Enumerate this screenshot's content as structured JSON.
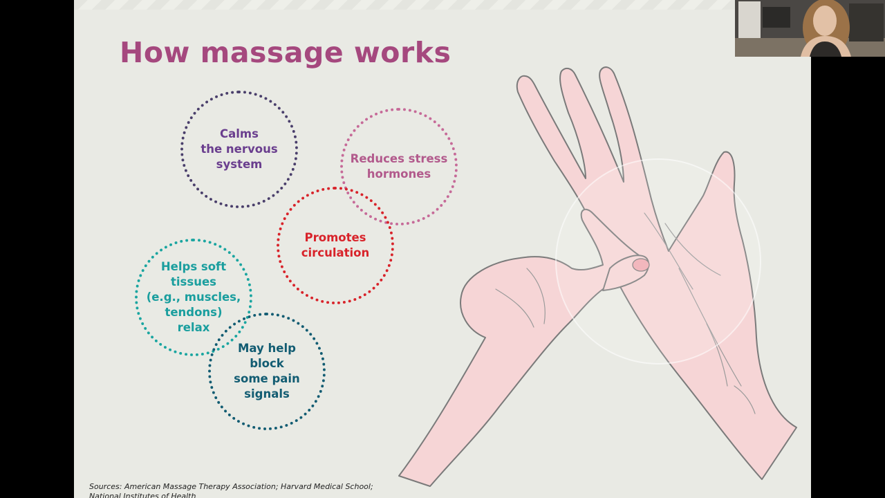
{
  "slide": {
    "title": "How massage works",
    "title_color": "#a5487e",
    "bubbles": [
      {
        "lines": [
          "Calms",
          "the nervous",
          "system"
        ],
        "color": "#6a3e8e"
      },
      {
        "lines": [
          "Reduces stress",
          "hormones"
        ],
        "color": "#b25a8c"
      },
      {
        "lines": [
          "Promotes",
          "circulation"
        ],
        "color": "#d8232a"
      },
      {
        "lines": [
          "Helps soft",
          "tissues",
          "(e.g., muscles,",
          "tendons)",
          "relax"
        ],
        "color": "#1a9e9e"
      },
      {
        "lines": [
          "May help",
          "block",
          "some pain",
          "signals"
        ],
        "color": "#125c72"
      }
    ],
    "illustration": "hands-massage-illustration",
    "skin_color": "#f6d5d6",
    "outline_color": "#7a7a7a",
    "sources": "Sources: American Massage Therapy Association; Harvard Medical School; National Institutes of Health"
  },
  "webcam": {
    "icon": "presenter-webcam-thumbnail"
  }
}
